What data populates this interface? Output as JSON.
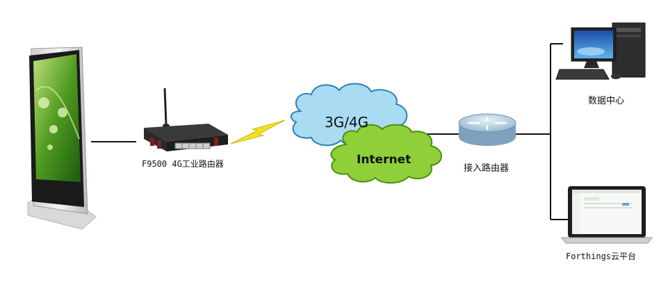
{
  "router": {
    "label": "F9500 4G工业路由器"
  },
  "cloud_3g4g": {
    "label": "3G/4G"
  },
  "cloud_internet": {
    "label": "Internet"
  },
  "access_router": {
    "label": "接入路由器"
  },
  "data_center": {
    "label": "数据中心"
  },
  "platform": {
    "label": "Forthings云平台"
  },
  "colors": {
    "cloud_blue": "#a9dbf3",
    "cloud_green": "#8fcf3a",
    "lightning": "#f4e21a",
    "router_body": "#2b2b2b",
    "line": "#111111"
  },
  "icons": {
    "kiosk": "kiosk-display-icon",
    "router": "industrial-4g-router-icon",
    "lightning": "lightning-bolt-icon",
    "access_router": "network-router-icon",
    "desktop": "desktop-computer-icon",
    "laptop": "laptop-icon"
  }
}
